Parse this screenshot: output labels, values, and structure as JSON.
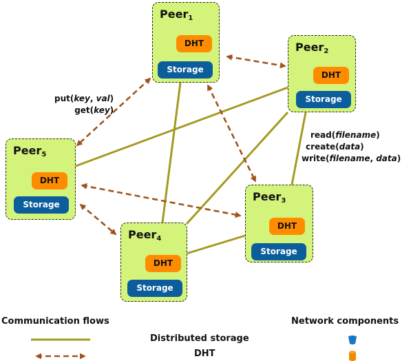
{
  "peers": [
    {
      "name": "Peer",
      "sub": "1",
      "dht": "DHT",
      "storage": "Storage"
    },
    {
      "name": "Peer",
      "sub": "2",
      "dht": "DHT",
      "storage": "Storage"
    },
    {
      "name": "Peer",
      "sub": "3",
      "dht": "DHT",
      "storage": "Storage"
    },
    {
      "name": "Peer",
      "sub": "4",
      "dht": "DHT",
      "storage": "Storage"
    },
    {
      "name": "Peer",
      "sub": "5",
      "dht": "DHT",
      "storage": "Storage"
    }
  ],
  "labels": {
    "put": {
      "pre": "put(",
      "key": "key",
      "sep": ", ",
      "val": "val",
      "post": ")"
    },
    "get": {
      "pre": "get(",
      "key": "key",
      "post": ")"
    },
    "read": {
      "pre": "read(",
      "arg": "filename",
      "post": ")"
    },
    "create": {
      "pre": "create(",
      "arg": "data",
      "post": ")"
    },
    "write": {
      "pre": "write(",
      "arg1": "filename",
      "sep": ", ",
      "arg2": "data",
      "post": ")"
    }
  },
  "legend": {
    "flows_heading": "Communication flows",
    "components_heading": "Network components",
    "storage_label": "Distributed storage",
    "dht_label": "DHT"
  },
  "colors": {
    "peer_fill": "#d4f37a",
    "storage_line": "#a39a1f",
    "dht_arrow": "#a0521d",
    "dht_chip": "#ff8c00",
    "storage_chip": "#0b5d9c"
  },
  "icons": {
    "storage_component": "database-icon",
    "dht_component": "database-icon"
  }
}
